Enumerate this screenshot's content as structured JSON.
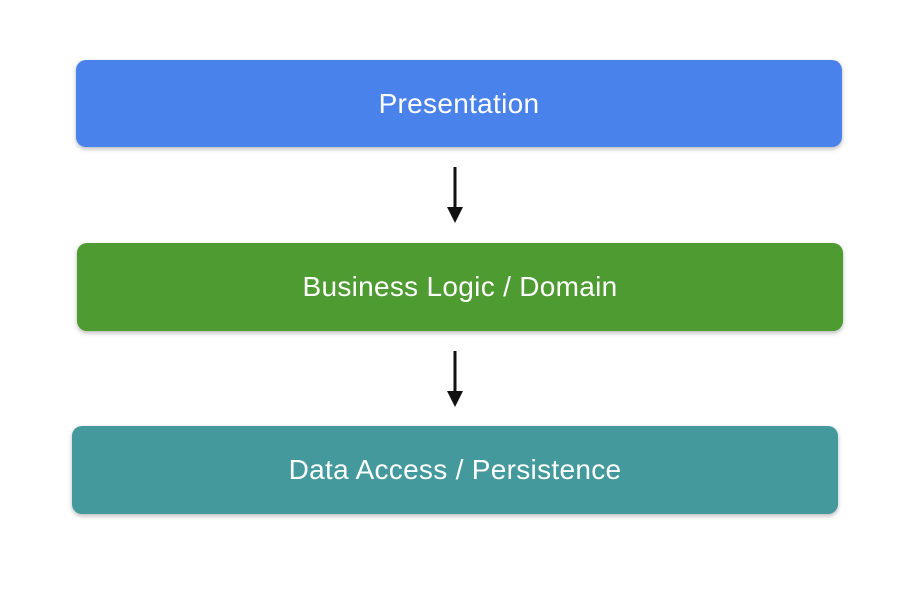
{
  "diagram": {
    "type": "layered-architecture",
    "background": "#ffffff",
    "text_color": "#ffffff",
    "arrow_color": "#111111",
    "layers": [
      {
        "label": "Presentation",
        "color": "#4a82ec"
      },
      {
        "label": "Business Logic / Domain",
        "color": "#4e9c31"
      },
      {
        "label": "Data Access / Persistence",
        "color": "#43999c"
      }
    ],
    "arrows": [
      {
        "from": "Presentation",
        "to": "Business Logic / Domain",
        "icon": "arrow-down-icon"
      },
      {
        "from": "Business Logic / Domain",
        "to": "Data Access / Persistence",
        "icon": "arrow-down-icon"
      }
    ]
  }
}
